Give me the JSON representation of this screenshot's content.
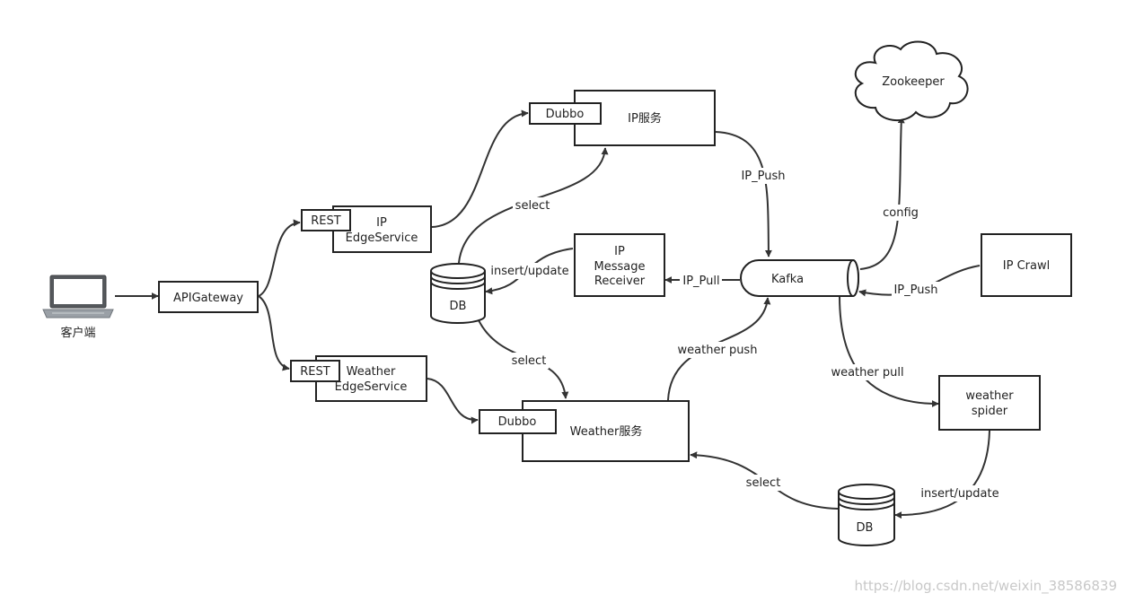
{
  "nodes": {
    "client": "客户端",
    "api_gateway": "APIGateway",
    "rest_ip": "REST",
    "ip_edge_line1": "IP",
    "ip_edge_line2": "EdgeService",
    "rest_weather": "REST",
    "weather_edge_line1": "Weather",
    "weather_edge_line2": "EdgeService",
    "dubbo_ip": "Dubbo",
    "ip_service": "IP服务",
    "dubbo_weather": "Dubbo",
    "weather_service": "Weather服务",
    "db_left": "DB",
    "db_right": "DB",
    "ip_receiver_line1": "IP",
    "ip_receiver_line2": "Message",
    "ip_receiver_line3": "Receiver",
    "kafka": "Kafka",
    "zookeeper": "Zookeeper",
    "ip_crawl": "IP Crawl",
    "weather_spider_line1": "weather",
    "weather_spider_line2": "spider"
  },
  "edges": {
    "select_ip": "select",
    "insert_update_left": "insert/update",
    "select_weather": "select",
    "ip_push_service": "IP_Push",
    "ip_pull": "IP_Pull",
    "config": "config",
    "ip_push_crawl": "IP_Push",
    "weather_push": "weather push",
    "weather_pull": "weather pull",
    "select_weather_db": "select",
    "insert_update_right": "insert/update"
  },
  "watermark": "https://blog.csdn.net/weixin_38586839"
}
